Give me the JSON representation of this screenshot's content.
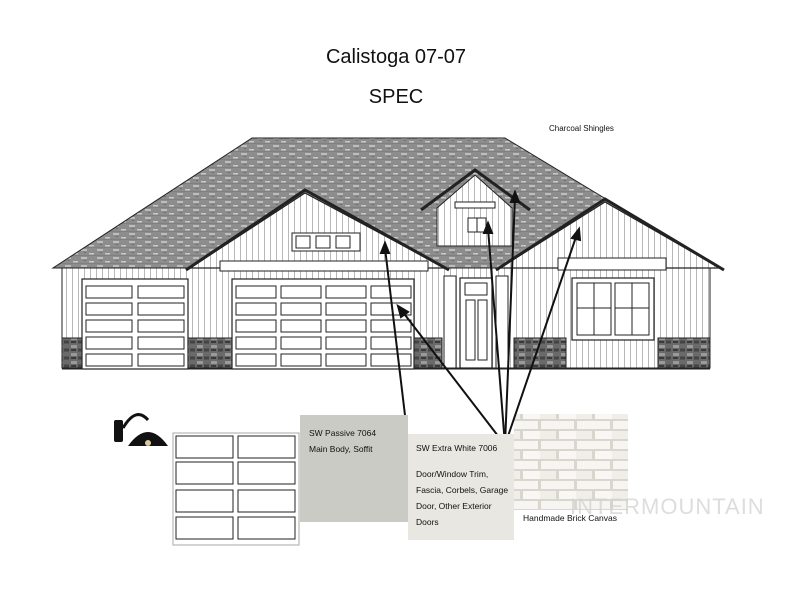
{
  "header": {
    "title": "Calistoga 07-07",
    "subtitle": "SPEC"
  },
  "labels": {
    "roof": "Charcoal Shingles",
    "body_color": "SW Passive 7064",
    "body_use": "Main Body, Soffit",
    "trim_color": "SW Extra White 7006",
    "trim_use": "Door/Window Trim, Fascia, Corbels, Garage Door, Other Exterior Doors",
    "brick": "Handmade Brick Canvas"
  },
  "watermark": "INTERMOUNTAIN",
  "colors": {
    "passive": "#cbcbc6",
    "extra_white": "#e8e7e1",
    "shingle": "#8a8a8a",
    "brick_mortar": "#e4e2dc"
  }
}
